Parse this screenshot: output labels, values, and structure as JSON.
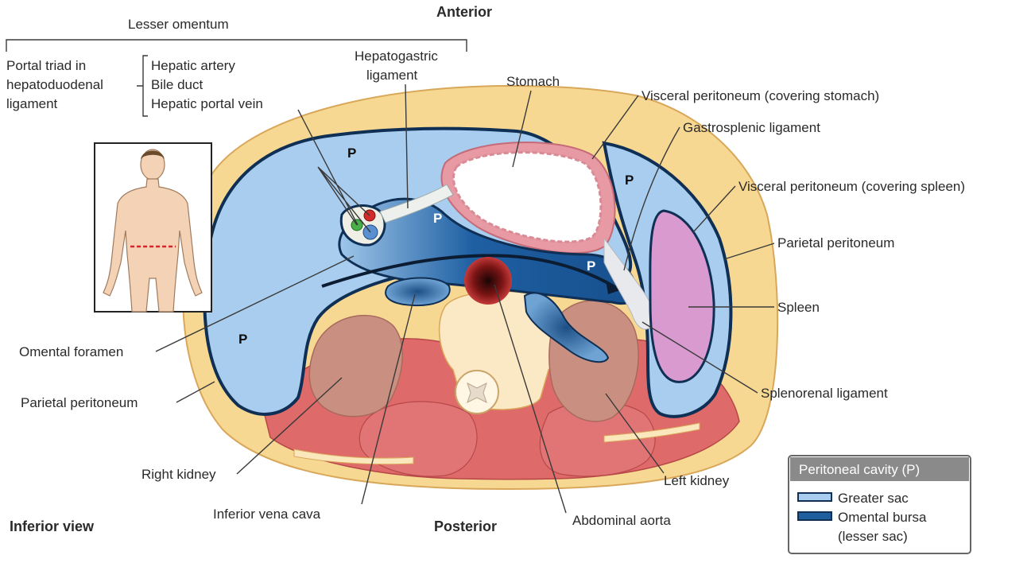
{
  "orientation": {
    "anterior": "Anterior",
    "posterior": "Posterior",
    "view": "Inferior view"
  },
  "labels": {
    "lesser_omentum": "Lesser omentum",
    "portal_triad_line1": "Portal triad in",
    "portal_triad_line2": "hepatoduodenal",
    "portal_triad_line3": "ligament",
    "hepatic_artery": "Hepatic artery",
    "bile_duct": "Bile duct",
    "hepatic_portal_vein": "Hepatic portal vein",
    "hepatogastric_line1": "Hepatogastric",
    "hepatogastric_line2": "ligament",
    "stomach": "Stomach",
    "visceral_stomach": "Visceral peritoneum (covering stomach)",
    "gastrosplenic": "Gastrosplenic ligament",
    "visceral_spleen": "Visceral peritoneum (covering spleen)",
    "parietal_right": "Parietal peritoneum",
    "spleen": "Spleen",
    "splenorenal": "Splenorenal ligament",
    "omental_foramen": "Omental foramen",
    "parietal_left": "Parietal peritoneum",
    "right_kidney": "Right kidney",
    "inferior_vena_cava": "Inferior vena cava",
    "abdominal_aorta": "Abdominal aorta",
    "left_kidney": "Left kidney",
    "p_mark": "P"
  },
  "legend": {
    "title": "Peritoneal cavity (P)",
    "items": [
      {
        "label": "Greater sac",
        "color": "#a9cdee"
      },
      {
        "label_line1": "Omental bursa",
        "label_line2": "(lesser sac)",
        "color": "#1f5f9e"
      }
    ]
  },
  "colors": {
    "fat": "#f6d892",
    "greater_sac": "#a9cdee",
    "omental_bursa": "#1f5f9e",
    "membrane": "#0f2f55",
    "spleen": "#d99ad0",
    "kidney": "#c98f80",
    "muscle": "#de6a6a",
    "stomach_wall": "#e79aa3",
    "legend_header": "#8a8a8a"
  }
}
